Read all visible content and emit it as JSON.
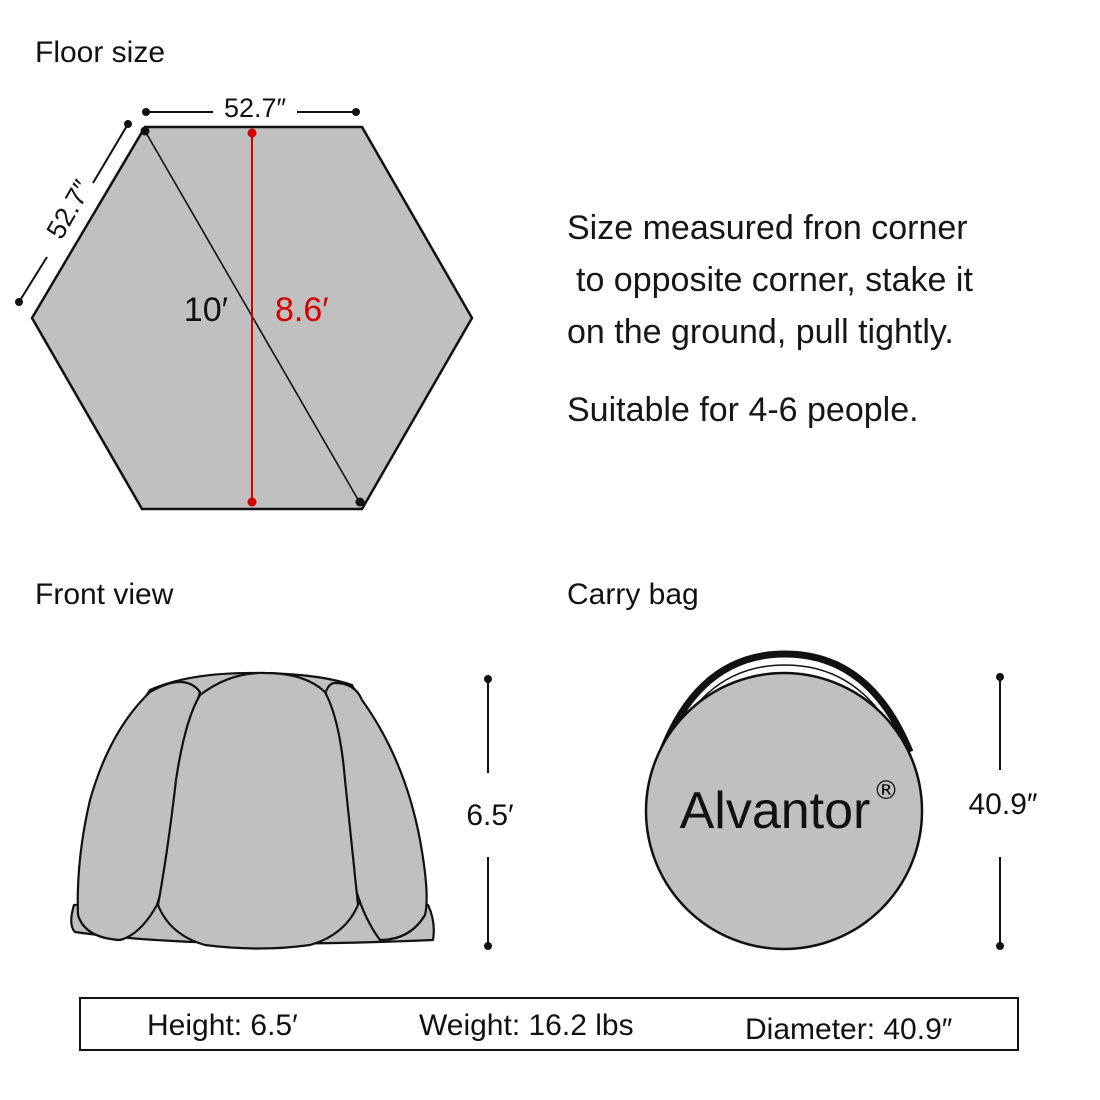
{
  "floor_size": {
    "title": "Floor size",
    "top_edge_label": "52.7″",
    "side_edge_label": "52.7″",
    "diagonal_label": "10′",
    "width_label": "8.6′",
    "accent_color": "#d40000",
    "fill_color": "#c0c0c0"
  },
  "description": {
    "line1": "Size measured fron corner",
    "line2": "to opposite corner, stake it",
    "line3": "on the ground, pull tightly.",
    "suitable": "Suitable for 4-6 people."
  },
  "front_view": {
    "title": "Front view",
    "height_label": "6.5′"
  },
  "carry_bag": {
    "title": "Carry bag",
    "brand": "Alvantor",
    "registered_mark": "®",
    "diameter_label": "40.9″"
  },
  "summary": {
    "height": "Height: 6.5′",
    "weight": "Weight: 16.2 lbs",
    "diameter": "Diameter: 40.9″"
  }
}
